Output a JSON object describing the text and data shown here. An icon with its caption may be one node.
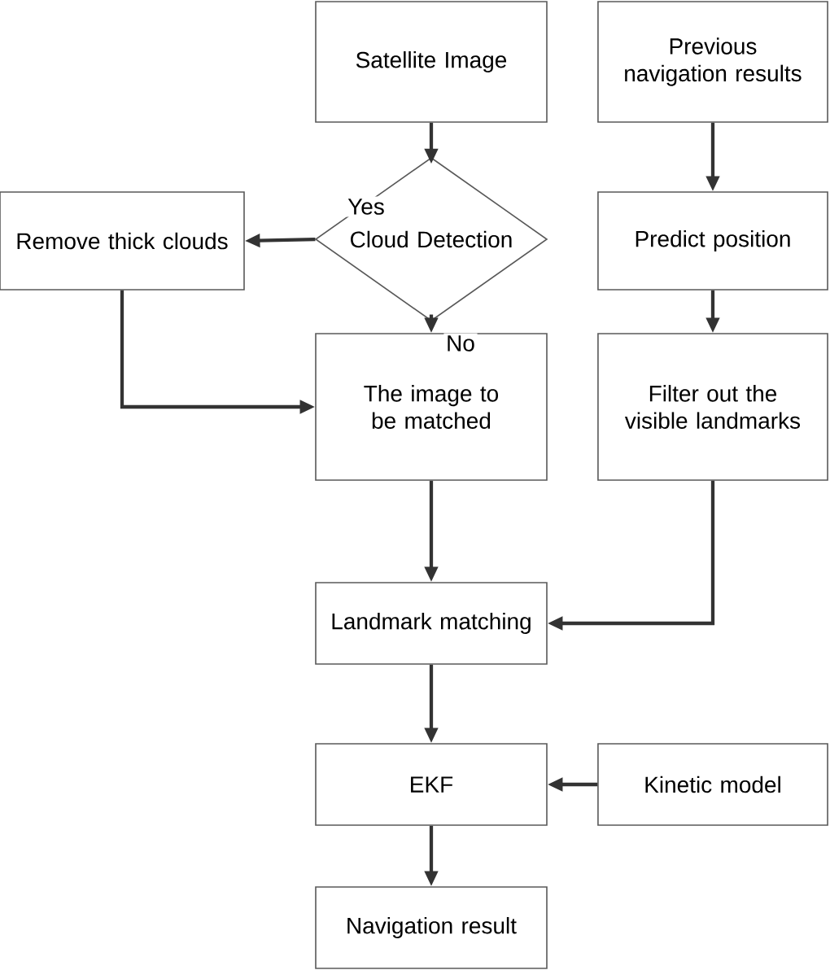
{
  "diagram": {
    "nodes": [
      {
        "text": [
          "Satellite Image"
        ]
      },
      {
        "text": [
          "Previous navigation results"
        ]
      },
      {
        "text": [
          "Cloud Detection"
        ]
      },
      {
        "text": [
          "Remove thick clouds"
        ]
      },
      {
        "text": [
          "The image to be matched"
        ]
      },
      {
        "text": [
          "Predict position"
        ]
      },
      {
        "text": [
          "Filter out the visible landmarks"
        ]
      },
      {
        "text": [
          "Landmark matching"
        ]
      },
      {
        "text": [
          "EKF"
        ]
      },
      {
        "text": [
          "Kinetic model"
        ]
      },
      {
        "text": [
          "Navigation result"
        ]
      }
    ],
    "edges": [
      {
        "from": 0,
        "to": 2,
        "arrow": "to"
      },
      {
        "from": 2,
        "to": 3,
        "arrow": "to",
        "label": "Yes"
      },
      {
        "from": 2,
        "to": 4,
        "arrow": "to",
        "label": "No"
      },
      {
        "from": 3,
        "to": 4,
        "arrow": "to"
      },
      {
        "from": 1,
        "to": 5,
        "arrow": "to"
      },
      {
        "from": 5,
        "to": 6,
        "arrow": "to"
      },
      {
        "from": 4,
        "to": 7,
        "arrow": "to"
      },
      {
        "from": 6,
        "to": 7,
        "arrow": "to"
      },
      {
        "from": 7,
        "to": 8,
        "arrow": "to"
      },
      {
        "from": 9,
        "to": 8,
        "arrow": "to"
      },
      {
        "from": 8,
        "to": 10,
        "arrow": "to"
      }
    ]
  }
}
